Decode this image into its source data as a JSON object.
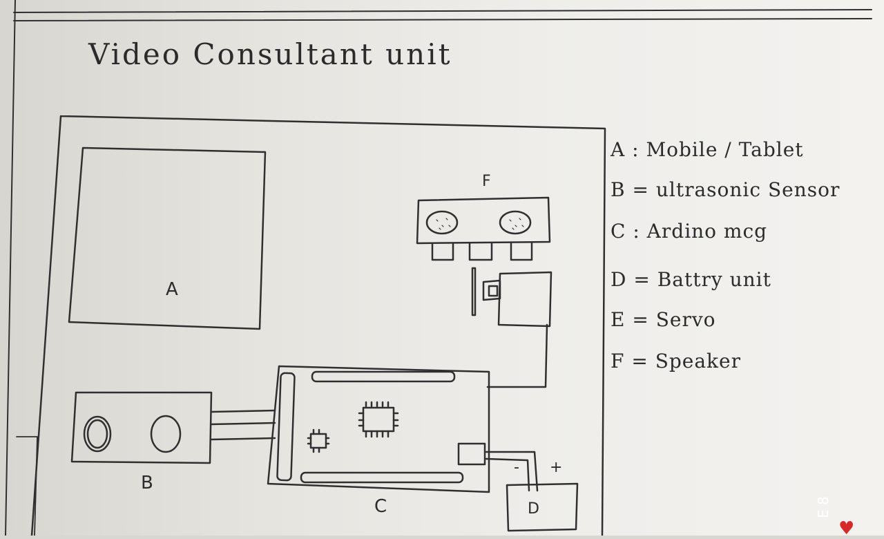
{
  "title": "Video Consultant unit",
  "labels": {
    "a": "A",
    "b": "B",
    "c": "C",
    "d": "D",
    "f": "F",
    "plus": "+",
    "minus": "-"
  },
  "legend": [
    "A : Mobile / Tablet",
    "B = ultrasonic Sensor",
    "C : Ardino mcg",
    "D = Battry unit",
    "E = Servo",
    "F = Speaker"
  ],
  "page_number": "E 8"
}
